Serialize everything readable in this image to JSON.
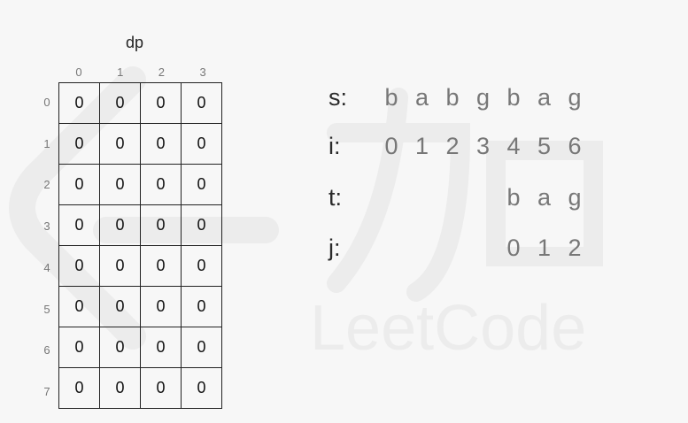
{
  "dp": {
    "title": "dp",
    "col_indices": [
      "0",
      "1",
      "2",
      "3"
    ],
    "row_indices": [
      "0",
      "1",
      "2",
      "3",
      "4",
      "5",
      "6",
      "7"
    ],
    "cells": [
      [
        "0",
        "0",
        "0",
        "0"
      ],
      [
        "0",
        "0",
        "0",
        "0"
      ],
      [
        "0",
        "0",
        "0",
        "0"
      ],
      [
        "0",
        "0",
        "0",
        "0"
      ],
      [
        "0",
        "0",
        "0",
        "0"
      ],
      [
        "0",
        "0",
        "0",
        "0"
      ],
      [
        "0",
        "0",
        "0",
        "0"
      ],
      [
        "0",
        "0",
        "0",
        "0"
      ]
    ]
  },
  "strings": {
    "s": {
      "label": "s:",
      "chars": [
        "b",
        "a",
        "b",
        "g",
        "b",
        "a",
        "g"
      ]
    },
    "i": {
      "label": "i:",
      "chars": [
        "0",
        "1",
        "2",
        "3",
        "4",
        "5",
        "6"
      ]
    },
    "t": {
      "label": "t:",
      "chars": [
        "b",
        "a",
        "g"
      ],
      "start_index": 4
    },
    "j": {
      "label": "j:",
      "chars": [
        "0",
        "1",
        "2"
      ],
      "start_index": 4
    }
  },
  "watermark": {
    "brand_text": "LeetCode",
    "color": "#ececec"
  }
}
